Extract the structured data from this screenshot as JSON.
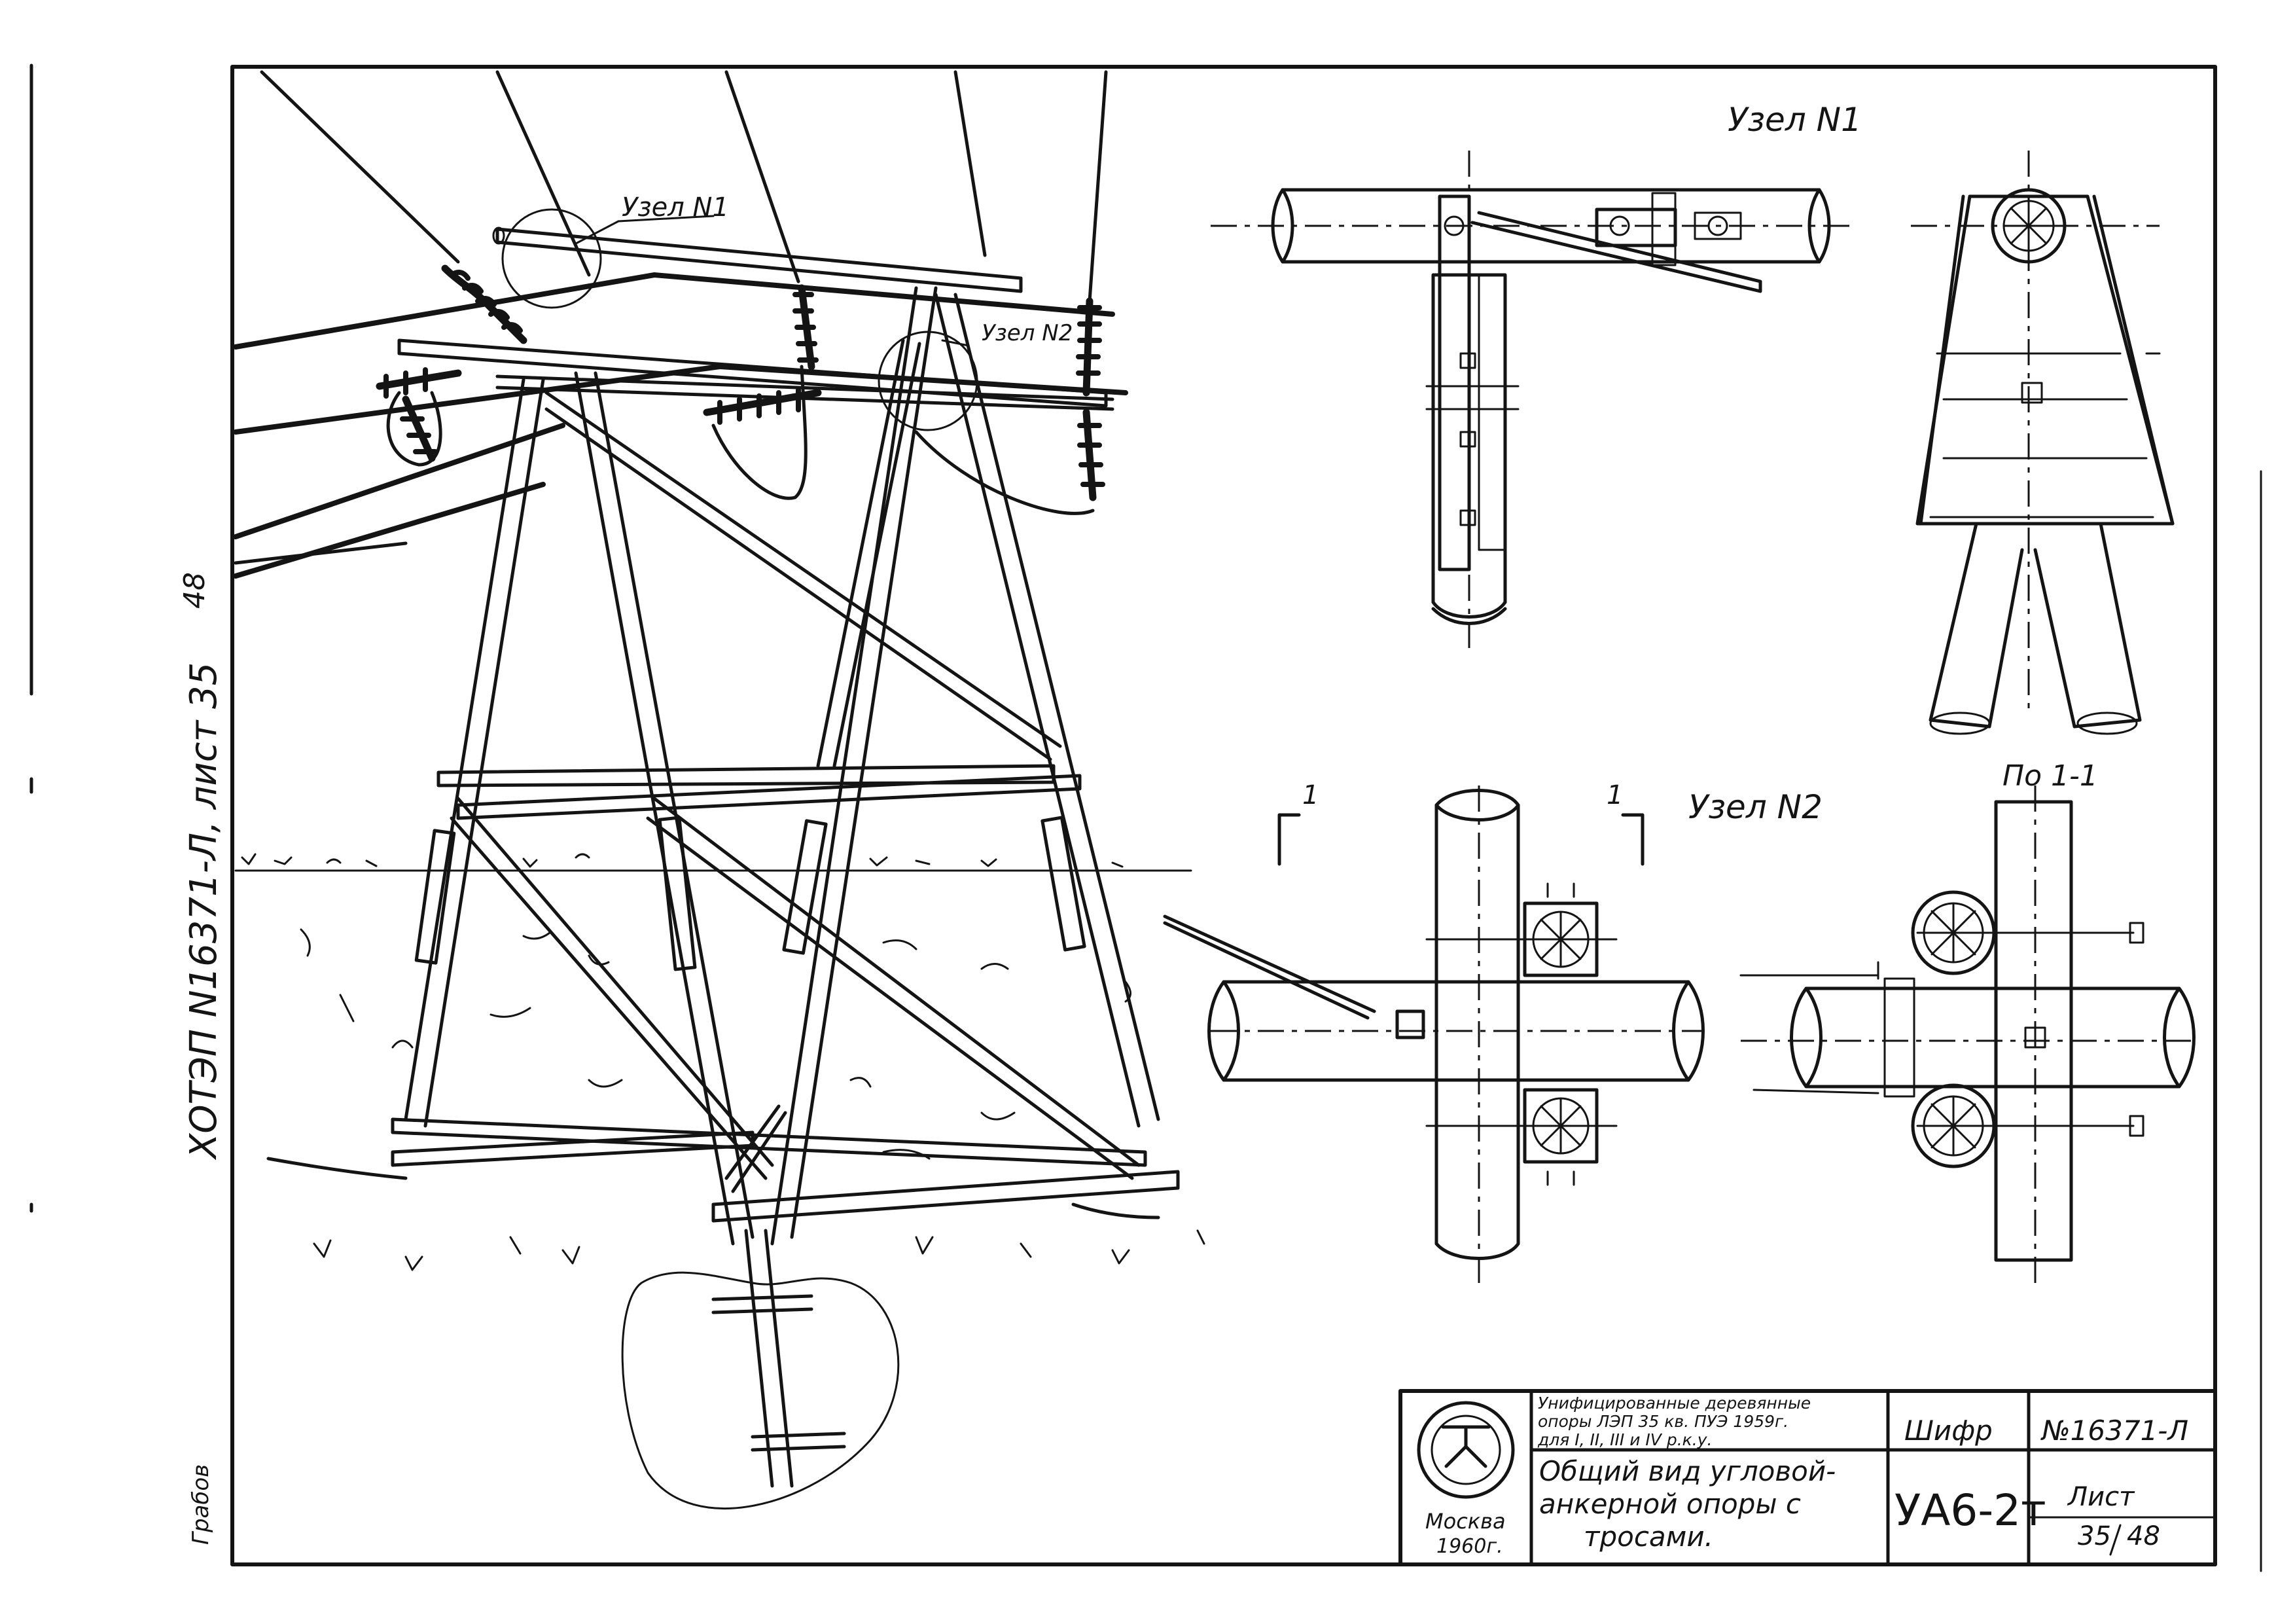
{
  "margin_text": {
    "album_sheet": "ХОТЭП N16371-Л, лист 35",
    "album_sheet_total": "48",
    "checker_signature": "Грабов"
  },
  "labels": {
    "node1_main": "Узел N1",
    "node2_main": "Узел N2",
    "node1_detail": "Узел N1",
    "node2_detail": "Узел N2",
    "section_mark": "1",
    "section_title": "По 1-1"
  },
  "title_block": {
    "logo_caption_city": "Москва",
    "logo_caption_year": "1960г.",
    "project_line1": "Унифицированные деревянные",
    "project_line2": "опоры ЛЭП 35 кв. ПУЭ 1959г.",
    "project_line3": "для I, II, III и IV р.к.у.",
    "drawing_title_line1": "Общий вид угловой-",
    "drawing_title_line2": "анкерной опоры с",
    "drawing_title_line3": "тросами.",
    "cipher_label": "Шифр",
    "cipher_value": "УА6-2т",
    "album_number": "№16371-Л",
    "sheet_label": "Лист",
    "sheet_number": "35",
    "sheet_total": "48"
  }
}
